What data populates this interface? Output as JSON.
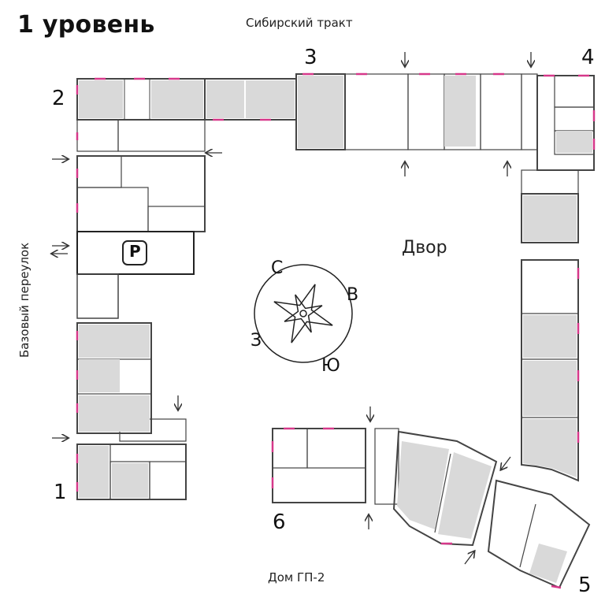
{
  "title": "1 уровень",
  "streets": {
    "top": "Сибирский тракт",
    "left": "Базовый переулок",
    "bottom": "Дом ГП-2"
  },
  "yard_label": "Двор",
  "parking_label": "P",
  "sections": [
    "1",
    "2",
    "3",
    "4",
    "5",
    "6"
  ],
  "compass": {
    "north": "С",
    "east": "В",
    "south": "Ю",
    "west": "З"
  },
  "colors": {
    "wall": "#444444",
    "commercial_fill": "#d9d9d9",
    "window": "#d6388a",
    "line": "#333333"
  },
  "icons": [
    "entrance-arrow-icon",
    "compass-rose-icon",
    "parking-icon"
  ]
}
